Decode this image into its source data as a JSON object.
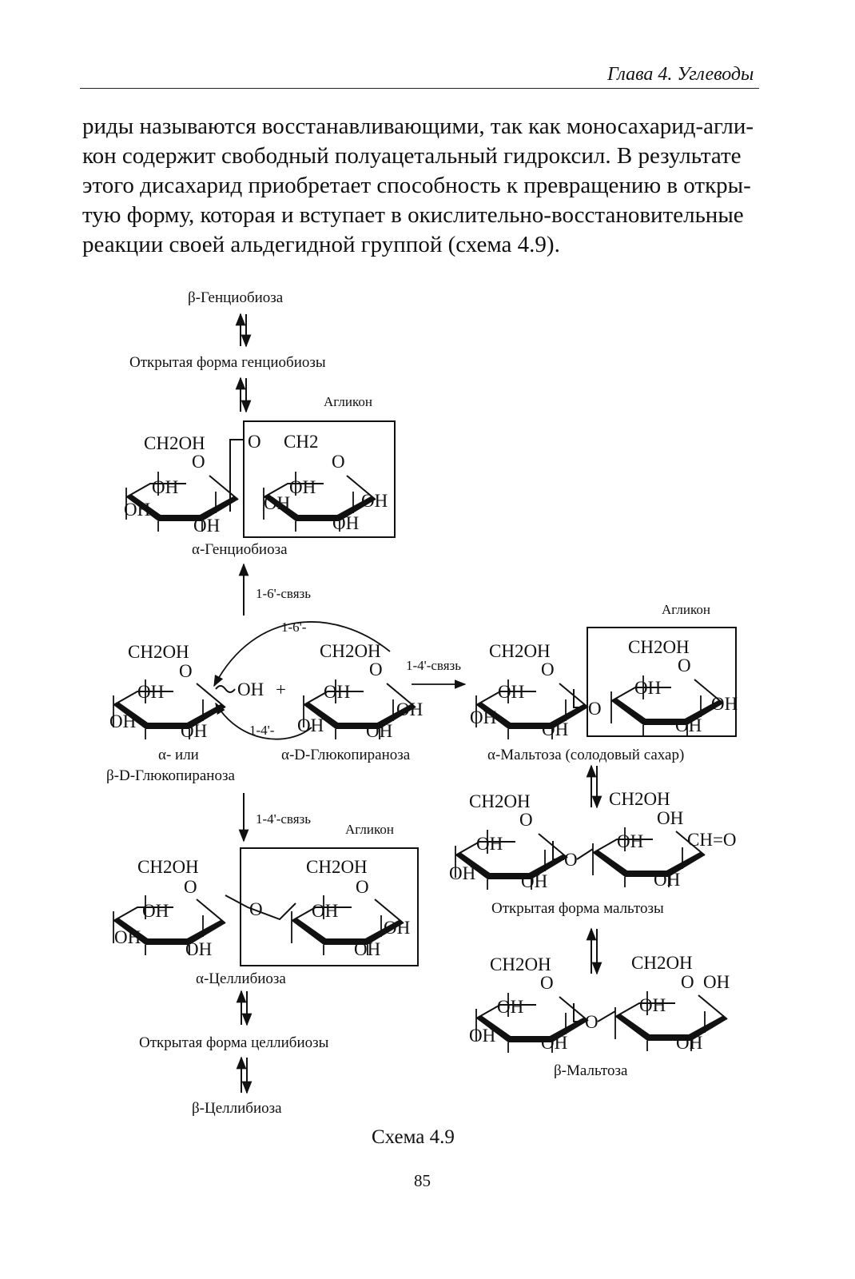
{
  "header": {
    "chapter": "Глава 4. Углеводы"
  },
  "intro": {
    "lines": [
      "риды называются восстанавливающими, так как моносахарид-агли-",
      "кон содержит свободный полуацетальный гидроксил. В результате",
      "этого дисахарид приобретает способность к превращению в откры-",
      "тую форму, которая и вступает в окислительно-восстановительные",
      "реакции своей альдегидной группой (схема 4.9)."
    ]
  },
  "scheme": {
    "beta_gentiobiose": "β-Генциобиоза",
    "open_gentiobiose": "Открытая форма генциобиозы",
    "aglycone": "Агликон",
    "alpha_gentiobiose": "α-Генциобиоза",
    "bond_1_6": "1-6'-связь",
    "arc_1_6": "1-6'-",
    "arc_1_4": "1-4'-",
    "bond_1_4": "1-4'-связь",
    "alpha_or_beta_line1": "α- или",
    "alpha_or_beta_line2": "β-D-Глюкопираноза",
    "alpha_d_glucopyranose": "α-D-Глюкопираноза",
    "alpha_maltose": "α-Мальтоза (солодовый сахар)",
    "open_maltose": "Открытая форма мальтозы",
    "beta_maltose": "β-Мальтоза",
    "alpha_cellobiose": "α-Целлибиоза",
    "open_cellobiose": "Открытая форма целлибиозы",
    "beta_cellobiose": "β-Целлибиоза",
    "groups": {
      "ch2oh": "CH2OH",
      "ch2": "CH2",
      "oh": "OH",
      "o": "O",
      "plus": "+",
      "cho": "CH=O"
    },
    "title": "Схема 4.9"
  },
  "page_number": "85"
}
